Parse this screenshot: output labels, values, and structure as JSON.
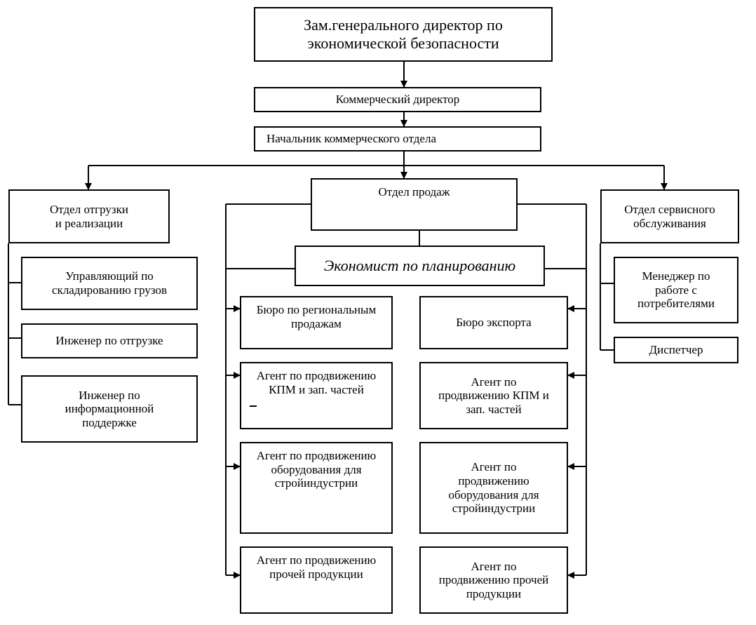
{
  "diagram": {
    "deputy": "Зам.генерального директор по\nэкономической безопасности",
    "commercial_director": "Коммерческий директор",
    "head_commercial": "Начальник коммерческого отдела",
    "shipping_dept": "Отдел отгрузки\nи реализации",
    "sales_dept": "Отдел продаж",
    "service_dept": "Отдел сервисного\nобслуживания",
    "economist": "Экономист по планированию",
    "left_children": [
      "Управляющий по\nскладированию грузов",
      "Инженер по отгрузке",
      "Инженер по\nинформационной\nподдержке"
    ],
    "sales_left": [
      "Бюро по региональным\nпродажам",
      "Агент по продвижению\nКПМ и зап. частей",
      "Агент по продвижению\nоборудования для\nстройиндустрии",
      "Агент по продвижению\nпрочей продукции"
    ],
    "sales_right": [
      "Бюро экспорта",
      "Агент по\nпродвижению КПМ и\nзап. частей",
      "Агент по\nпродвижению\nоборудования для\nстройиндустрии",
      "Агент по\nпродвижению прочей\nпродукции"
    ],
    "service_children": [
      "Менеджер по\nработе с\nпотребителями",
      "Диспетчер"
    ]
  }
}
